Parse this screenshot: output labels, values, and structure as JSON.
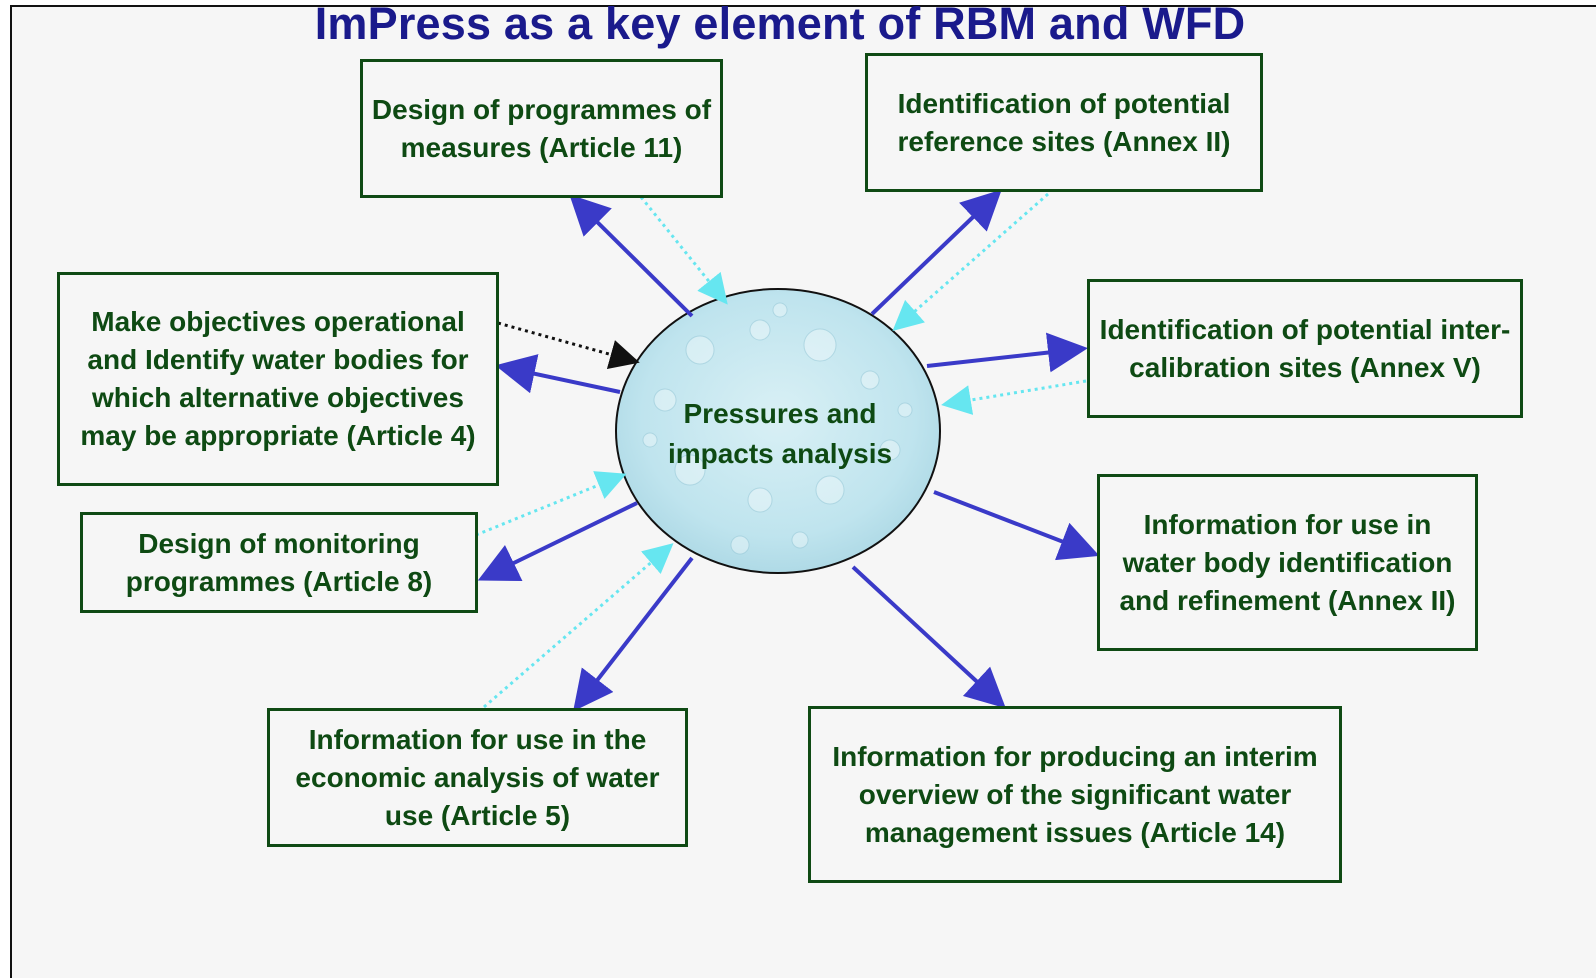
{
  "title": "ImPress as a key element of RBM and WFD",
  "center": {
    "label": "Pressures and impacts analysis"
  },
  "boxes": {
    "measures": "Design of programmes of measures (Article 11)",
    "reference_sites": "Identification of potential reference sites (Annex II)",
    "objectives": "Make objectives operational and Identify water bodies for which alternative objectives may be appropriate (Article 4)",
    "intercalibration": "Identification of potential inter-calibration sites (Annex V)",
    "monitoring": "Design of monitoring programmes (Article 8)",
    "water_body": "Information for use in water body identification and refinement (Annex II)",
    "economic": "Information for use in the economic analysis of water use (Article 5)",
    "overview": "Information for producing an interim overview of the significant water management issues (Article 14)"
  },
  "colors": {
    "title": "#1a1a8c",
    "box_text": "#0e4a13",
    "box_border": "#0f4a14",
    "solid_arrow": "#3a3ac8",
    "dotted_arrow": "#66e6f0",
    "black_dotted_arrow": "#111111",
    "circle_fill": "#bfe4ee"
  }
}
